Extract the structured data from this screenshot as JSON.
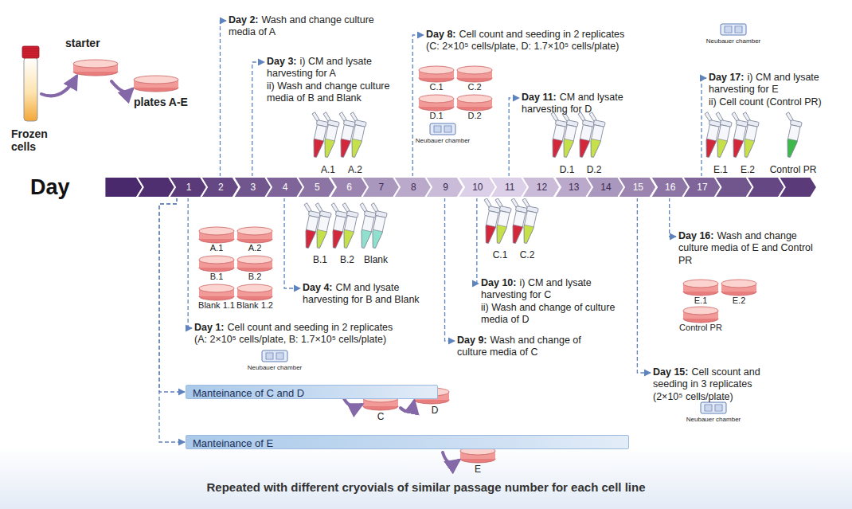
{
  "diagram": {
    "caption": "Repeated with different cryovials of similar passage number for each cell line",
    "nodes": [
      {
        "text": [
          "Day"
        ]
      },
      {
        "text": [
          "1"
        ],
        "in": 0
      },
      {
        "text": [
          "2"
        ],
        "in": 0
      },
      {
        "text": [
          "3"
        ],
        "in": 0
      },
      {
        "text": [
          "4"
        ],
        "in": 0
      },
      {
        "text": [
          "5"
        ],
        "in": 0
      },
      {
        "text": [
          "6"
        ],
        "in": 0
      },
      {
        "text": [
          "7"
        ],
        "in": 0
      },
      {
        "text": [
          "8"
        ],
        "in": 0
      },
      {
        "text": [
          "9"
        ],
        "in": 0
      },
      {
        "text": [
          "10"
        ],
        "in": 0
      },
      {
        "text": [
          "11"
        ],
        "in": 0
      },
      {
        "text": [
          "12"
        ],
        "in": 0
      },
      {
        "text": [
          "13"
        ],
        "in": 0
      },
      {
        "text": [
          "14"
        ],
        "in": 0
      },
      {
        "text": [
          "15"
        ],
        "in": 0
      },
      {
        "text": [
          "16"
        ],
        "in": 0
      },
      {
        "text": [
          "17"
        ],
        "in": 0
      },
      {
        "text": [
          "Manteinance of C and D"
        ]
      },
      {
        "text": [
          "Manteinance of E"
        ]
      }
    ],
    "edges": [
      {
        "from": 1,
        "to": 18,
        "arrow": "to"
      },
      {
        "from": 1,
        "to": 19,
        "arrow": "to"
      }
    ],
    "labels": [
      "starter",
      "plates A-E",
      "Frozen cells",
      "Day 2:",
      "Wash and change culture media of A",
      "Day 3:",
      "i) CM and lysate harvesting for A",
      "ii) Wash and change culture media of B and Blank",
      "Day 8:",
      "Cell count and seeding in 2 replicates",
      "(C: 2×10⁵ cells/plate, D: 1.7×10⁵ cells/plate)",
      "Neubauer chamber",
      "Day 11:",
      "CM and lysate harvesting for D",
      "Neubauer chamber",
      "Day 17:",
      "i) CM and lysate harvesting for E",
      "ii) Cell count (Control PR)",
      "Day 4:",
      "CM and lysate harvesting for B and Blank",
      "Day 1:",
      "Cell count and seeding in 2 replicates",
      "(A: 2×10⁵ cells/plate, B: 1.7×10⁵ cells/plate)",
      "Neubauer chamber",
      "Day 10:",
      "i) CM and lysate harvesting for C",
      "ii) Wash and change of culture media of D",
      "Day 9:",
      "Wash and change of culture media of C",
      "Day 16:",
      "Wash and change culture media of E and Control PR",
      "Day 15:",
      "Cell scount and seeding in 3 replicates",
      "(2×10⁵ cells/plate)",
      "Neubauer chamber",
      "A.1",
      "A.2",
      "B.1",
      "B.2",
      "Blank 1.1",
      "Blank 1.2",
      "C.1",
      "C.2",
      "D.1",
      "D.2",
      "E.1",
      "E.2",
      "Control PR",
      "A.1",
      "A.2",
      "B.1",
      "B.2",
      "Blank",
      "C.1",
      "C.2",
      "D.1",
      "D.2",
      "E.1",
      "E.2",
      "Control PR",
      "C",
      "D",
      "E"
    ]
  }
}
